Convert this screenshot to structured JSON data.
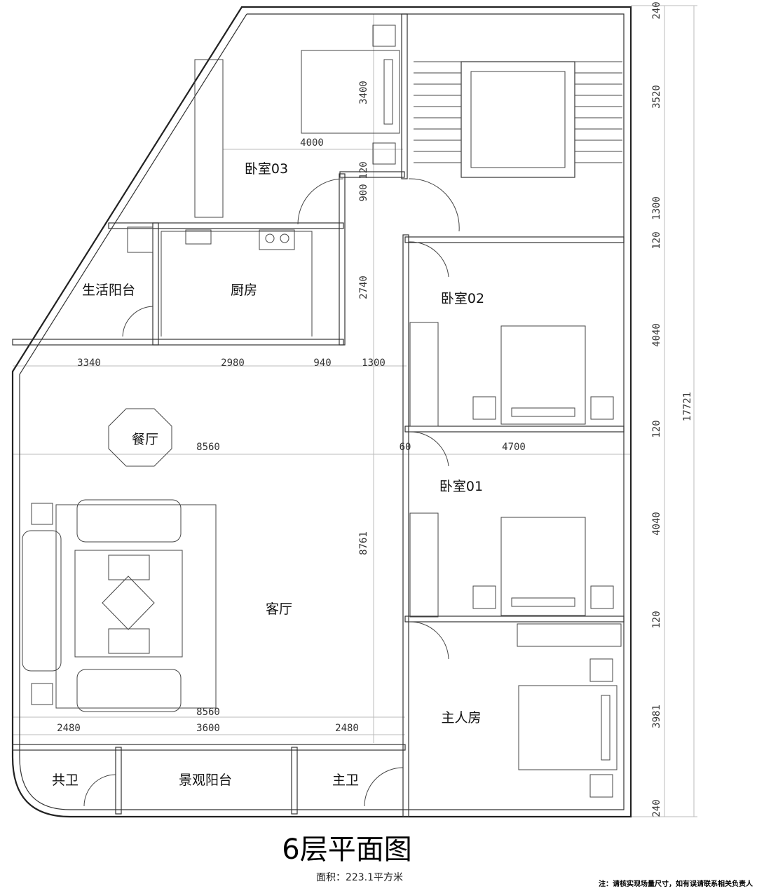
{
  "title": "6层平面图",
  "area": "面积：223.1平方米",
  "note": "注：请核实现场量尺寸，如有误请联系相关负责人",
  "rooms": [
    "卧室03",
    "生活阳台",
    "厨房",
    "卧室02",
    "餐厅",
    "卧室01",
    "客厅",
    "主人房",
    "共卫",
    "景观阳台",
    "主卫"
  ],
  "dims_h": [
    "4000",
    "3340",
    "2980",
    "940",
    "1300",
    "8560",
    "60",
    "4700",
    "8560",
    "2480",
    "3600",
    "2480"
  ],
  "dims_v": [
    "3400",
    "120",
    "900",
    "2740",
    "8761"
  ],
  "dims_right": [
    "240",
    "3520",
    "1300",
    "120",
    "4040",
    "120",
    "4040",
    "120",
    "3981",
    "240"
  ],
  "dim_total": "17721"
}
